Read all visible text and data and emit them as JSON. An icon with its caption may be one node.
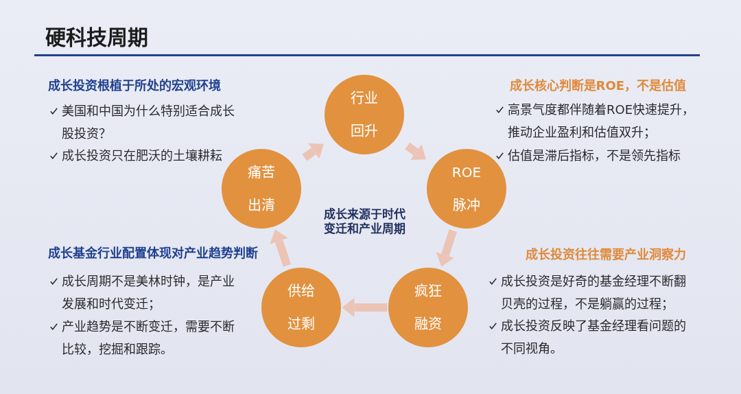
{
  "diagram": {
    "title": "硬科技周期",
    "nodes": [
      {
        "text": [
          "行业回升"
        ]
      },
      {
        "text": [
          "ROE脉冲"
        ]
      },
      {
        "text": [
          "疯狂融资"
        ]
      },
      {
        "text": [
          "供给过剩"
        ]
      },
      {
        "text": [
          "痛苦出清"
        ]
      }
    ],
    "edges": [
      {
        "from": 0,
        "to": 1,
        "arrow": "to"
      },
      {
        "from": 1,
        "to": 2,
        "arrow": "to"
      },
      {
        "from": 2,
        "to": 3,
        "arrow": "to"
      },
      {
        "from": 3,
        "to": 4,
        "arrow": "to"
      },
      {
        "from": 4,
        "to": 0,
        "arrow": "to"
      }
    ],
    "labels": [
      "成长投资根植于所处的宏观环境",
      "美国和中国为什么特别适合成长股投资？",
      "成长投资只在肥沃的土壤耕耘",
      "成长核心判断是ROE，不是估值",
      "高景气度都伴随着ROE快速提升，推动企业盈利和估值双升；",
      "估值是滞后指标，不是领先指标",
      "成长来源于时代变迁和产业周期",
      "成长基金行业配置体现对产业趋势判断",
      "成长周期不是美林时钟，是产业发展和时代变迁；",
      "产业趋势是不断变迁，需要不断比较，挖掘和跟踪。",
      "成长投资往往需要产业洞察力",
      "成长投资是好奇的基金经理不断翻贝壳的过程，不是躺赢的过程；",
      "成长投资反映了基金经理看问题的不同视角。"
    ]
  }
}
